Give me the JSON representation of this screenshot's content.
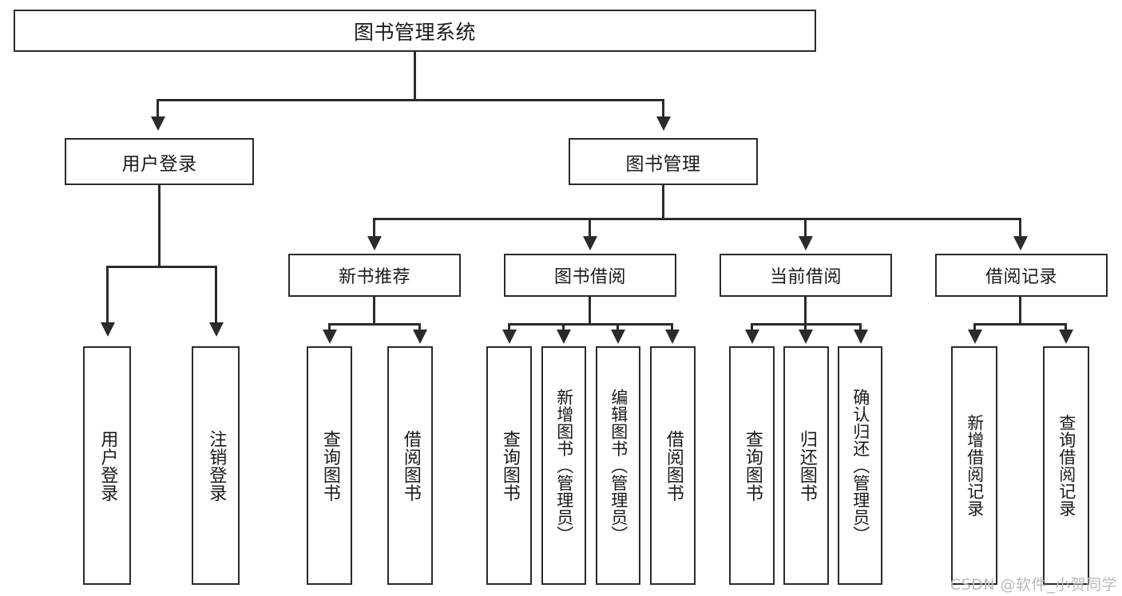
{
  "diagram": {
    "type": "tree-hierarchy",
    "title": "图书管理系统",
    "watermark": "CSDN @软件_小贺同学",
    "colors": {
      "stroke": "#2b2b2b",
      "fill": "#ffffff",
      "text": "#1a1a1a",
      "watermark": "#b9b9b9"
    },
    "levels": [
      {
        "level": 1,
        "nodes": [
          {
            "id": "root",
            "label": "图书管理系统"
          }
        ]
      },
      {
        "level": 2,
        "nodes": [
          {
            "id": "user-login",
            "label": "用户登录",
            "parent": "root"
          },
          {
            "id": "book-mgmt",
            "label": "图书管理",
            "parent": "root"
          }
        ]
      },
      {
        "level": 3,
        "nodes": [
          {
            "id": "new-book-rec",
            "label": "新书推荐",
            "parent": "book-mgmt"
          },
          {
            "id": "book-borrow",
            "label": "图书借阅",
            "parent": "book-mgmt"
          },
          {
            "id": "current-borrow",
            "label": "当前借阅",
            "parent": "book-mgmt"
          },
          {
            "id": "borrow-record",
            "label": "借阅记录",
            "parent": "book-mgmt"
          }
        ]
      },
      {
        "level": 4,
        "nodes": [
          {
            "id": "leaf-1",
            "label": "用户登录",
            "parent": "user-login"
          },
          {
            "id": "leaf-2",
            "label": "注销登录",
            "parent": "user-login"
          },
          {
            "id": "leaf-3",
            "label": "查询图书",
            "parent": "new-book-rec"
          },
          {
            "id": "leaf-4",
            "label": "借阅图书",
            "parent": "new-book-rec"
          },
          {
            "id": "leaf-5",
            "label": "查询图书",
            "parent": "book-borrow"
          },
          {
            "id": "leaf-6",
            "label": "新增图书（管理员）",
            "parent": "book-borrow"
          },
          {
            "id": "leaf-7",
            "label": "编辑图书（管理员）",
            "parent": "book-borrow"
          },
          {
            "id": "leaf-8",
            "label": "借阅图书",
            "parent": "book-borrow"
          },
          {
            "id": "leaf-9",
            "label": "查询图书",
            "parent": "current-borrow"
          },
          {
            "id": "leaf-10",
            "label": "归还图书",
            "parent": "current-borrow"
          },
          {
            "id": "leaf-11",
            "label": "确认归还（管理员）",
            "parent": "current-borrow"
          },
          {
            "id": "leaf-12",
            "label": "新增借阅记录",
            "parent": "borrow-record"
          },
          {
            "id": "leaf-13",
            "label": "查询借阅记录",
            "parent": "borrow-record"
          }
        ]
      }
    ]
  }
}
